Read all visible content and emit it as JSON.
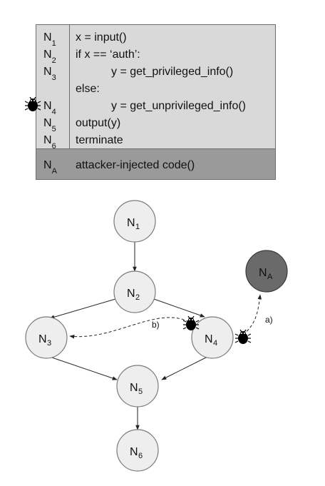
{
  "table": {
    "rows": [
      {
        "node": "N",
        "sub": "1",
        "code": "x = input()"
      },
      {
        "node": "N",
        "sub": "2",
        "code": "if x == ‘auth’:"
      },
      {
        "node": "N",
        "sub": "3",
        "code": "y = get_privileged_info()"
      },
      {
        "node": "",
        "sub": "",
        "code": "else:"
      },
      {
        "node": "N",
        "sub": "4",
        "code": "y = get_unprivileged_info()"
      },
      {
        "node": "N",
        "sub": "5",
        "code": "output(y)"
      },
      {
        "node": "N",
        "sub": "6",
        "code": "terminate"
      }
    ],
    "attack_row": {
      "node": "N",
      "sub": "A",
      "code": "attacker-injected code()"
    }
  },
  "graph": {
    "nodes": {
      "n1": {
        "label": "N",
        "sub": "1"
      },
      "n2": {
        "label": "N",
        "sub": "2"
      },
      "n3": {
        "label": "N",
        "sub": "3"
      },
      "n4": {
        "label": "N",
        "sub": "4"
      },
      "n5": {
        "label": "N",
        "sub": "5"
      },
      "n6": {
        "label": "N",
        "sub": "6"
      },
      "na": {
        "label": "N",
        "sub": "A"
      }
    },
    "edge_labels": {
      "a": "a)",
      "b": "b)"
    }
  },
  "icons": [
    "bug-icon"
  ],
  "colors": {
    "table_bg": "#d9d9d9",
    "attack_row_bg": "#9a9a9a",
    "attacker_node": "#6a6a6a",
    "node_fill": "#eeeeee"
  }
}
